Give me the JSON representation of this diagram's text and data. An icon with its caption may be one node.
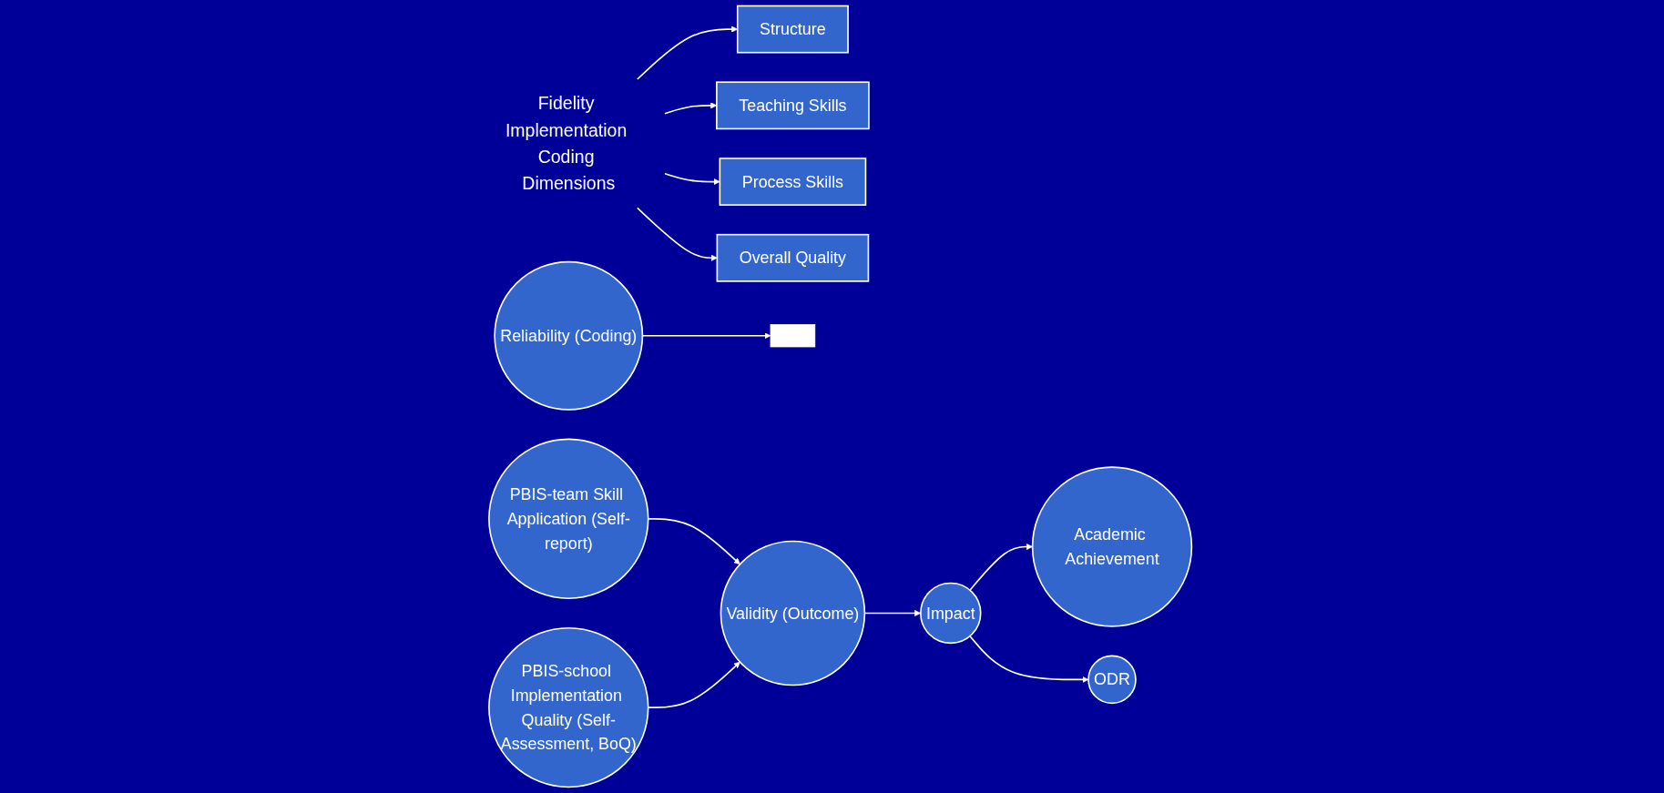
{
  "diagram": {
    "nodes": [
      {
        "text": [
          "Fidelity Implementation Coding Dimensions"
        ]
      },
      {
        "text": [
          "Structure"
        ]
      },
      {
        "text": [
          "Teaching Skills"
        ]
      },
      {
        "text": [
          "Process Skills"
        ]
      },
      {
        "text": [
          "Overall Quality"
        ]
      },
      {
        "text": [],
        "shape": "bar"
      },
      {
        "text": [
          "Reliability (Coding)"
        ]
      },
      {
        "text": [
          "Validity (Outcome)"
        ]
      },
      {
        "text": [
          "Impact"
        ]
      },
      {
        "text": [
          "Academic Achievement"
        ]
      },
      {
        "text": [
          "ODR"
        ]
      },
      {
        "text": [
          "PBIS-team Skill Application (Self-report)"
        ]
      },
      {
        "text": [
          "PBIS-school Implementation Quality (Self-Assessment, BoQ)"
        ]
      }
    ],
    "edges": [
      {
        "from": 0,
        "to": 1,
        "arrow": "to"
      },
      {
        "from": 0,
        "to": 2,
        "arrow": "to"
      },
      {
        "from": 0,
        "to": 3,
        "arrow": "to"
      },
      {
        "from": 0,
        "to": 4,
        "arrow": "to"
      },
      {
        "from": 6,
        "to": 5,
        "arrow": "to"
      },
      {
        "from": 11,
        "to": 7,
        "arrow": "to"
      },
      {
        "from": 12,
        "to": 7,
        "arrow": "to"
      },
      {
        "from": 7,
        "to": 8,
        "arrow": "to"
      },
      {
        "from": 8,
        "to": 9,
        "arrow": "to"
      },
      {
        "from": 8,
        "to": 10,
        "arrow": "to"
      }
    ]
  }
}
